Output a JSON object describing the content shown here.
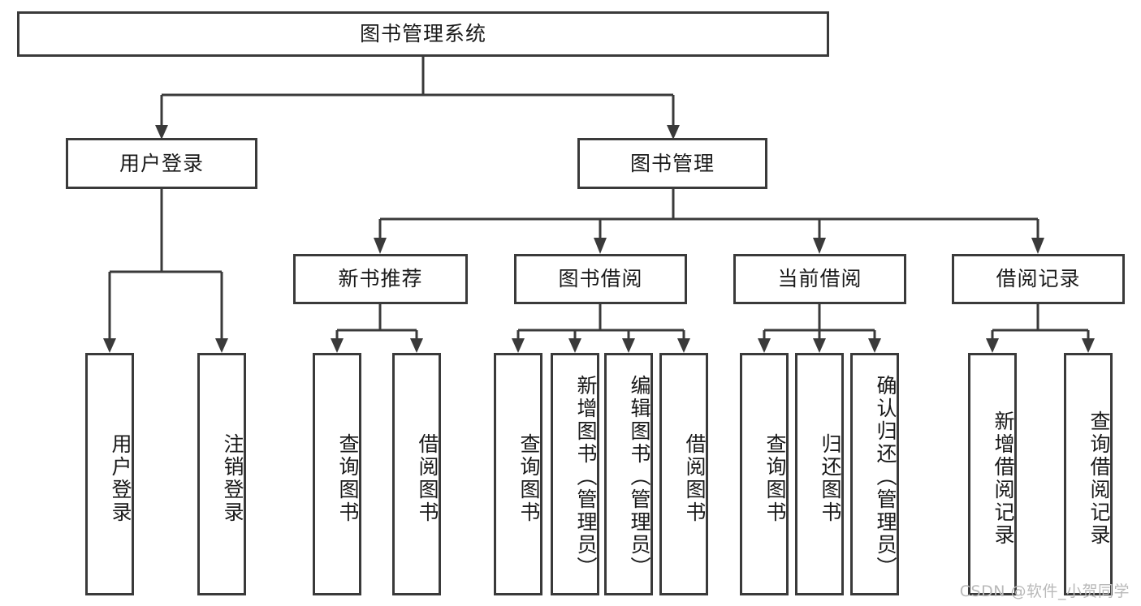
{
  "diagram": {
    "title": "图书管理系统",
    "root": {
      "label": "图书管理系统"
    },
    "level1": [
      {
        "label": "用户登录"
      },
      {
        "label": "图书管理"
      }
    ],
    "level2": [
      {
        "label": "新书推荐"
      },
      {
        "label": "图书借阅"
      },
      {
        "label": "当前借阅"
      },
      {
        "label": "借阅记录"
      }
    ],
    "leaves": {
      "user_login": [
        {
          "label": "用户登录"
        },
        {
          "label": "注销登录"
        }
      ],
      "new_book_recommend": [
        {
          "label": "查询图书"
        },
        {
          "label": "借阅图书"
        }
      ],
      "book_borrow": [
        {
          "label": "查询图书"
        },
        {
          "label": "新增图书（管理员）"
        },
        {
          "label": "编辑图书（管理员）"
        },
        {
          "label": "借阅图书"
        }
      ],
      "current_borrow": [
        {
          "label": "查询图书"
        },
        {
          "label": "归还图书"
        },
        {
          "label": "确认归还（管理员）"
        }
      ],
      "borrow_record": [
        {
          "label": "新增借阅记录"
        },
        {
          "label": "查询借阅记录"
        }
      ]
    }
  },
  "watermark": {
    "text": "CSDN @软件_小贺同学"
  },
  "colors": {
    "border": "#3a3a3a",
    "background": "#ffffff",
    "text": "#1a1a1a",
    "watermark": "#b9b9b9"
  }
}
